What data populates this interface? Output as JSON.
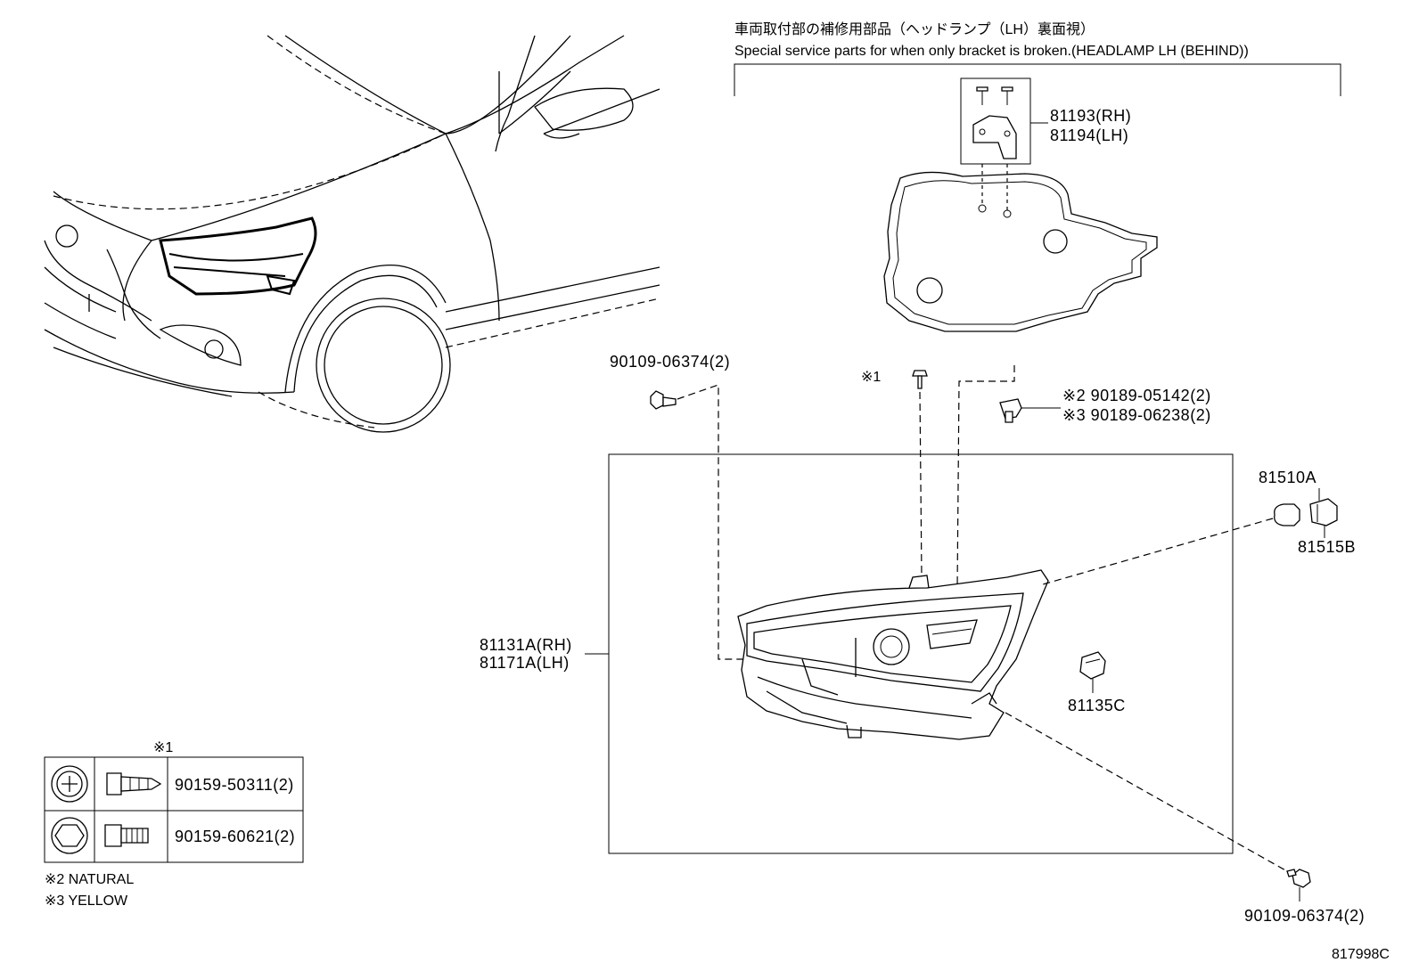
{
  "header": {
    "title_jp": "車両取付部の補修用部品（ヘッドランプ（LH）裏面視）",
    "title_en": "Special service parts for when only bracket is broken.(HEADLAMP LH (BEHIND))"
  },
  "parts": {
    "bracket_rh": "81193(RH)",
    "bracket_lh": "81194(LH)",
    "bolt_upper_left": "90109-06374(2)",
    "note1_mark": "※1",
    "clip_note2": "※2 90189-05142(2)",
    "clip_note3": "※3 90189-06238(2)",
    "headlamp_rh": "81131A(RH)",
    "headlamp_lh": "81171A(LH)",
    "bulb": "81510A",
    "socket": "81515B",
    "cap": "81135C",
    "bolt_lower_right": "90109-06374(2)"
  },
  "legend": {
    "note1_mark": "※1",
    "rows": [
      {
        "part_no": "90159-50311(2)"
      },
      {
        "part_no": "90159-60621(2)"
      }
    ],
    "note2": "※2  NATURAL",
    "note3": "※3  YELLOW"
  },
  "figure_id": "817998C"
}
